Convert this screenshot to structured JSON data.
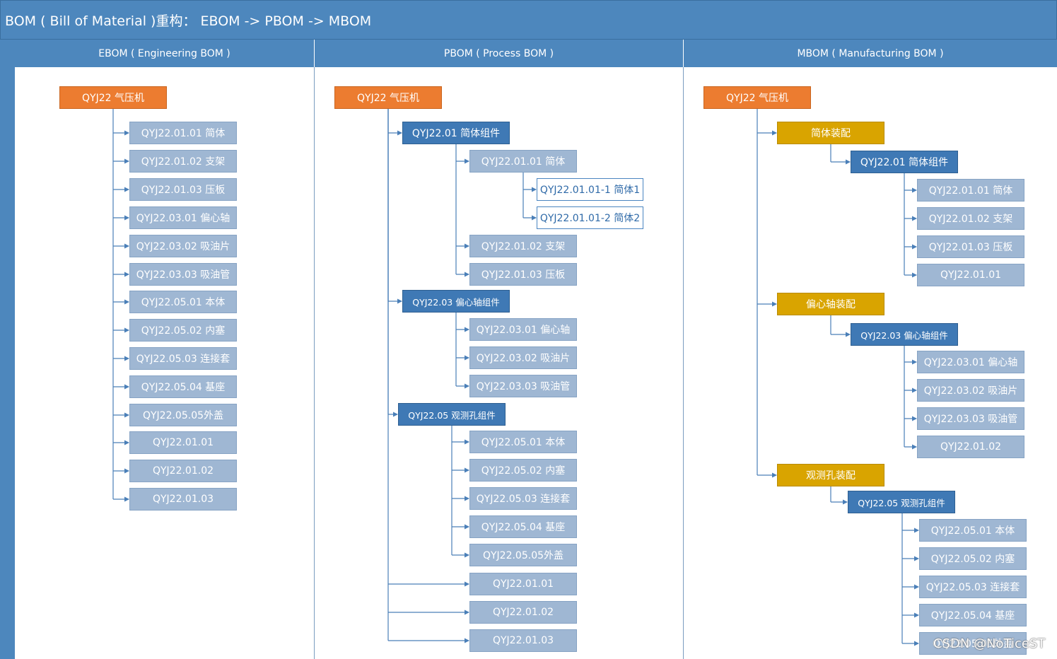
{
  "title": "BOM ( Bill of Material )重构：  EBOM -> PBOM -> MBOM",
  "columns": {
    "ebom": "EBOM ( Engineering BOM )",
    "pbom": "PBOM ( Process BOM )",
    "mbom": "MBOM ( Manufacturing BOM )"
  },
  "ebom": {
    "root": "QYJ22 气压机",
    "items": [
      "QYJ22.01.01 简体",
      "QYJ22.01.02 支架",
      "QYJ22.01.03 压板",
      "QYJ22.03.01 偏心轴",
      "QYJ22.03.02 吸油片",
      "QYJ22.03.03 吸油管",
      "QYJ22.05.01 本体",
      "QYJ22.05.02 内塞",
      "QYJ22.05.03 连接套",
      "QYJ22.05.04 基座",
      "QYJ22.05.05外盖",
      "QYJ22.01.01",
      "QYJ22.01.02",
      "QYJ22.01.03"
    ]
  },
  "pbom": {
    "root": "QYJ22 气压机",
    "g1": "QYJ22.01 简体组件",
    "g1_a": "QYJ22.01.01 简体",
    "g1_a1": "QYJ22.01.01-1 简体1",
    "g1_a2": "QYJ22.01.01-2 简体2",
    "g1_b": "QYJ22.01.02 支架",
    "g1_c": "QYJ22.01.03 压板",
    "g2": "QYJ22.03 偏心轴组件",
    "g2_items": [
      "QYJ22.03.01 偏心轴",
      "QYJ22.03.02 吸油片",
      "QYJ22.03.03 吸油管"
    ],
    "g3": "QYJ22.05 观测孔组件",
    "g3_items": [
      "QYJ22.05.01 本体",
      "QYJ22.05.02 内塞",
      "QYJ22.05.03 连接套",
      "QYJ22.05.04 基座",
      "QYJ22.05.05外盖"
    ],
    "loose": [
      "QYJ22.01.01",
      "QYJ22.01.02",
      "QYJ22.01.03"
    ]
  },
  "mbom": {
    "root": "QYJ22 气压机",
    "a1": "简体装配",
    "a1_sub": "QYJ22.01 简体组件",
    "a1_items": [
      "QYJ22.01.01 简体",
      "QYJ22.01.02 支架",
      "QYJ22.01.03 压板",
      "QYJ22.01.01"
    ],
    "a2": "偏心轴装配",
    "a2_sub": "QYJ22.03 偏心轴组件",
    "a2_items": [
      "QYJ22.03.01 偏心轴",
      "QYJ22.03.02 吸油片",
      "QYJ22.03.03 吸油管",
      "QYJ22.01.02"
    ],
    "a3": "观测孔装配",
    "a3_sub": "QYJ22.05 观测孔组件",
    "a3_items": [
      "QYJ22.05.01 本体",
      "QYJ22.05.02 内塞",
      "QYJ22.05.03 连接套",
      "QYJ22.05.04 基座",
      "QYJ22.05.05外盖"
    ]
  },
  "watermark": "CSDN @NoTiceST"
}
